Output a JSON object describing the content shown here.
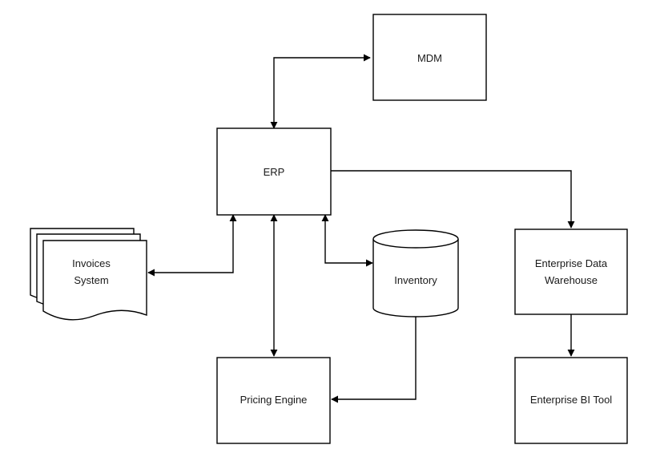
{
  "nodes": {
    "mdm": {
      "label": "MDM",
      "shape": "rectangle"
    },
    "erp": {
      "label": "ERP",
      "shape": "rectangle"
    },
    "invoices": {
      "label_lines": [
        "Invoices",
        "System"
      ],
      "shape": "multi-document"
    },
    "inventory": {
      "label": "Inventory",
      "shape": "cylinder"
    },
    "edw": {
      "label_lines": [
        "Enterprise Data",
        "Warehouse"
      ],
      "shape": "rectangle"
    },
    "pricing": {
      "label": "Pricing Engine",
      "shape": "rectangle"
    },
    "bi": {
      "label": "Enterprise BI Tool",
      "shape": "rectangle"
    }
  },
  "edges": [
    {
      "from": "erp",
      "to": "mdm",
      "direction": "both"
    },
    {
      "from": "erp",
      "to": "invoices",
      "direction": "both"
    },
    {
      "from": "erp",
      "to": "pricing",
      "direction": "both"
    },
    {
      "from": "erp",
      "to": "inventory",
      "direction": "both"
    },
    {
      "from": "erp",
      "to": "edw",
      "direction": "forward"
    },
    {
      "from": "inventory",
      "to": "pricing",
      "direction": "forward"
    },
    {
      "from": "edw",
      "to": "bi",
      "direction": "forward"
    }
  ],
  "colors": {
    "stroke": "#000000",
    "fill": "#ffffff",
    "text": "#1a1a1a"
  }
}
